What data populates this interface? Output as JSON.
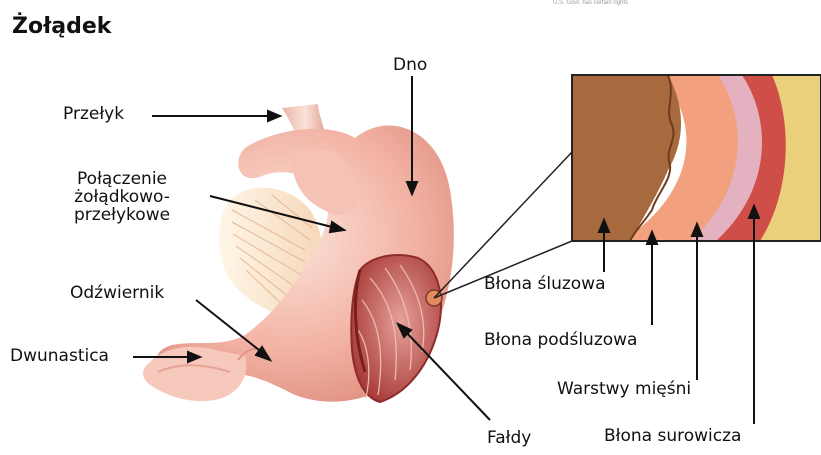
{
  "title": "Żołądek",
  "copyright_note": "U.S. Govt. has certain rights",
  "labels": {
    "esophagus": "Przełyk",
    "fundus": "Dno",
    "gej": "Połączenie\nżołądkowo-\nprzełykowe",
    "pylorus": "Odźwiernik",
    "duodenum": "Dwunastica",
    "rugae": "Fałdy",
    "mucosa": "Błona śluzowa",
    "submucosa": "Błona podśluzowa",
    "muscle_layers": "Warstwy mięśni",
    "serosa": "Błona surowicza"
  },
  "colors": {
    "stomach_outer": "#f3b9ad",
    "stomach_inner": "#c24a45",
    "mucosa": "#a9693e",
    "submucosa": "#f0a27f",
    "submucosa_light": "#e7b4c4",
    "muscle": "#d24b45",
    "serosa": "#ead07a"
  }
}
